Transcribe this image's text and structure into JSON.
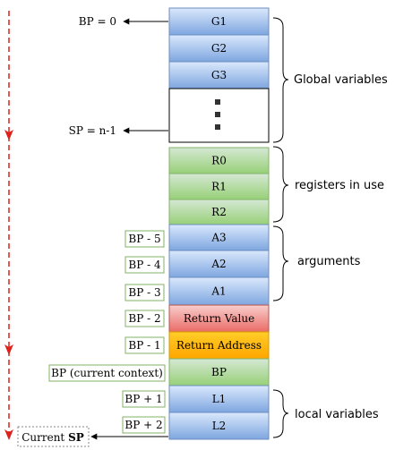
{
  "colors": {
    "blue_top": "#dae8fc",
    "blue_bottom": "#7ea6e0",
    "blue_stroke": "#6c8ebf",
    "green_top": "#d5e8d4",
    "green_bottom": "#97d077",
    "green_stroke": "#82b366",
    "red_top": "#f8cecc",
    "red_bottom": "#ea6b66",
    "red_stroke": "#b85450",
    "orange_top": "#ffcd28",
    "orange_bottom": "#ffa500",
    "orange_stroke": "#d79b00",
    "label_stroke": "#82b366",
    "dashed_arrow": "#e0201b"
  },
  "stack": {
    "cells": [
      {
        "id": "g1",
        "text": "G1",
        "style": "blue"
      },
      {
        "id": "g2",
        "text": "G2",
        "style": "blue"
      },
      {
        "id": "g3",
        "text": "G3",
        "style": "blue"
      },
      {
        "id": "gap",
        "text": "",
        "style": "gap"
      },
      {
        "id": "r0",
        "text": "R0",
        "style": "green"
      },
      {
        "id": "r1",
        "text": "R1",
        "style": "green"
      },
      {
        "id": "r2",
        "text": "R2",
        "style": "green"
      },
      {
        "id": "a3",
        "text": "A3",
        "style": "blue"
      },
      {
        "id": "a2",
        "text": "A2",
        "style": "blue"
      },
      {
        "id": "a1",
        "text": "A1",
        "style": "blue"
      },
      {
        "id": "ret-value",
        "text": "Return Value",
        "style": "red"
      },
      {
        "id": "ret-address",
        "text": "Return Address",
        "style": "orange"
      },
      {
        "id": "bp",
        "text": "BP",
        "style": "green"
      },
      {
        "id": "l1",
        "text": "L1",
        "style": "blue"
      },
      {
        "id": "l2",
        "text": "L2",
        "style": "blue"
      }
    ]
  },
  "pointers": {
    "bp_zero": "BP = 0",
    "sp_top": "SP = n-1",
    "current_sp_prefix": "Current ",
    "current_sp_bold": "SP"
  },
  "offset_labels": [
    {
      "id": "bp-minus-5",
      "text": "BP - 5"
    },
    {
      "id": "bp-minus-4",
      "text": "BP - 4"
    },
    {
      "id": "bp-minus-3",
      "text": "BP - 3"
    },
    {
      "id": "bp-minus-2",
      "text": "BP - 2"
    },
    {
      "id": "bp-minus-1",
      "text": "BP - 1"
    },
    {
      "id": "bp-current",
      "text": "BP (current context)"
    },
    {
      "id": "bp-plus-1",
      "text": "BP + 1"
    },
    {
      "id": "bp-plus-2",
      "text": "BP + 2"
    }
  ],
  "groups": {
    "global": "Global variables",
    "registers": "registers in use",
    "arguments": "arguments",
    "locals": "local variables"
  }
}
